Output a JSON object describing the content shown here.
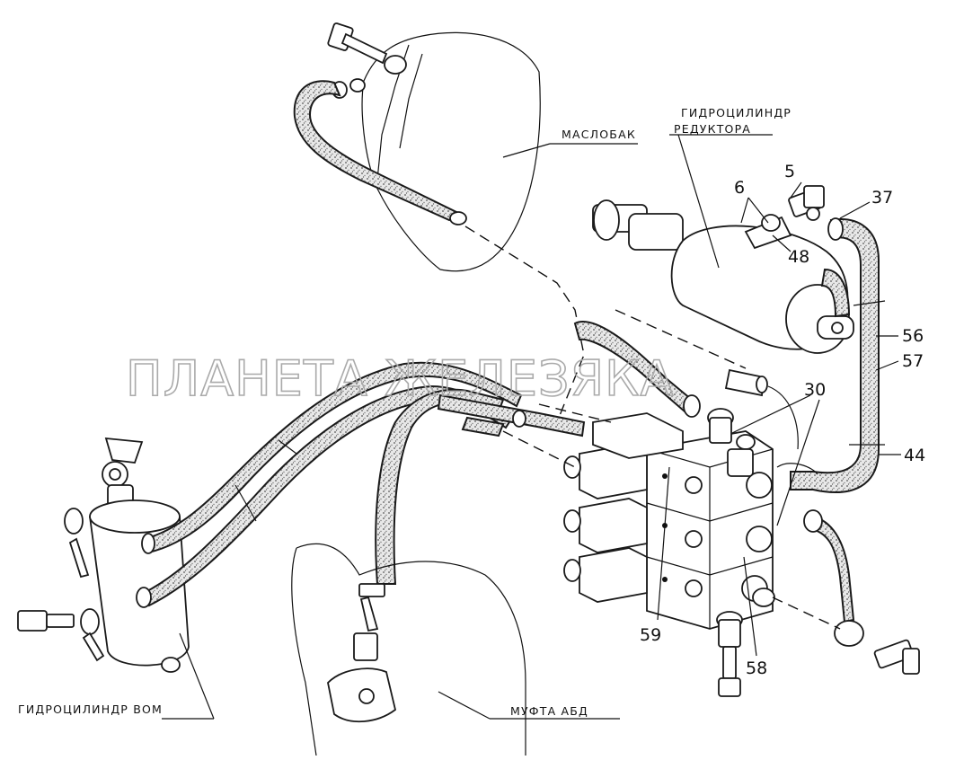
{
  "labels": {
    "oil_tank": "МАСЛОБАК",
    "reducer_cylinder_line1": "ГИДРОЦИЛИНДР",
    "reducer_cylinder_line2": "РЕДУКТОРА",
    "pto_cylinder": "ГИДРОЦИЛИНДР ВОМ",
    "clutch": "МУФТА АБД"
  },
  "callouts": [
    "5",
    "6",
    "37",
    "48",
    "56",
    "57",
    "30",
    "44",
    "59",
    "58"
  ],
  "watermark": "ПЛАНЕТА ЖЕЛЕЗЯКА"
}
